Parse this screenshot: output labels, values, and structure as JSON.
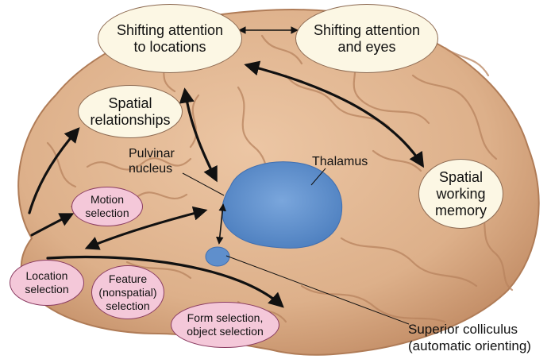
{
  "nodes": {
    "shift_att_locations": "Shifting attention\nto locations",
    "shift_att_eyes": "Shifting attention\nand eyes",
    "spatial_relationships": "Spatial\nrelationships",
    "spatial_working_memory": "Spatial\nworking\nmemory",
    "motion_selection": "Motion\nselection",
    "location_selection": "Location\nselection",
    "feature_selection": "Feature\n(nonspatial)\nselection",
    "form_object_selection": "Form selection,\nobject selection"
  },
  "labels": {
    "pulvinar": "Pulvinar\nnucleus",
    "thalamus": "Thalamus",
    "superior_colliculus": "Superior colliculus\n(automatic orienting)"
  },
  "colors": {
    "brain": "#e2b48e",
    "thalamus": "#5f8fcc",
    "cream_node": "#fcf7e4",
    "pink_node": "#f4c8d9"
  }
}
